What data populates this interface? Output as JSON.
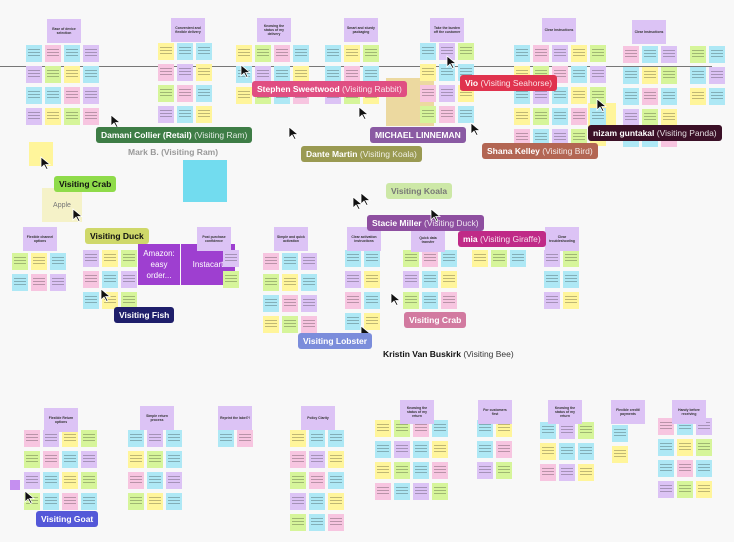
{
  "headers_top": [
    "Ease of device selection",
    "Convenient and flexible delivery",
    "Knowing the status of my delivery",
    "Smart and sturdy packaging",
    "Take the burden off the customer",
    "Clear Instructions",
    "Clear Instructions"
  ],
  "headers_mid": [
    "Flexible channel options",
    "Post purchase confidence",
    "Simple and quick activation",
    "Clear activation instructions",
    "Quick data transfer",
    "Clear troubleshooting"
  ],
  "headers_bottom": [
    "Flexible Return options",
    "Simple return process",
    "Reprint the label?!",
    "Policy Clarity",
    "Knowing the status of my return",
    "For customers first",
    "Knowing the status of my return",
    "Flexible credit/ payments",
    "Handy before receiving"
  ],
  "blocks": {
    "amazon": "Amazon: easy order...",
    "instacart": "Instacart",
    "apple": "Apple"
  },
  "cursors": [
    {
      "name": "Stephen Sweetwood",
      "visiting": "(Visiting Rabbit)",
      "color": "#e04e82"
    },
    {
      "name": "Vio",
      "visiting": "(Visiting Seahorse)",
      "color": "#e0334e"
    },
    {
      "name": "Damani Collier (Retail)",
      "visiting": "(Visiting Ram)",
      "color": "#3e7d46"
    },
    {
      "name": "MICHAEL LINNEMAN",
      "visiting": "",
      "color": "#8a5aa3"
    },
    {
      "name": "nizam guntakal",
      "visiting": "(Visiting Panda)",
      "color": "#3b1027"
    },
    {
      "name": "Dante Martin",
      "visiting": "(Visiting Koala)",
      "color": "#9a9a52"
    },
    {
      "name": "Shana Kelley",
      "visiting": "(Visiting Bird)",
      "color": "#b36653"
    },
    {
      "name": "Visiting Crab",
      "visiting": "",
      "color": "#8fdb4a"
    },
    {
      "name": "Visiting Koala",
      "visiting": "",
      "color": "#cde8a7"
    },
    {
      "name": "Stacie Miller",
      "visiting": "(Visiting Duck)",
      "color": "#8e4fa0"
    },
    {
      "name": "mia",
      "visiting": "(Visiting Giraffe)",
      "color": "#c02a87"
    },
    {
      "name": "Visiting Duck",
      "visiting": "",
      "color": "#cfd86a"
    },
    {
      "name": "Visiting Fish",
      "visiting": "",
      "color": "#1f1f6b"
    },
    {
      "name": "Visiting Crab",
      "visiting": "",
      "color": "#d27aa0"
    },
    {
      "name": "Visiting Lobster",
      "visiting": "",
      "color": "#7b8ddb"
    },
    {
      "name": "Kristin Van Buskirk",
      "visiting": "(Visiting Bee)",
      "color": "transparent"
    },
    {
      "name": "Visiting Goat",
      "visiting": "",
      "color": "#5458d8"
    }
  ],
  "ghost_label": "Mark B. (Visiting Ram)"
}
